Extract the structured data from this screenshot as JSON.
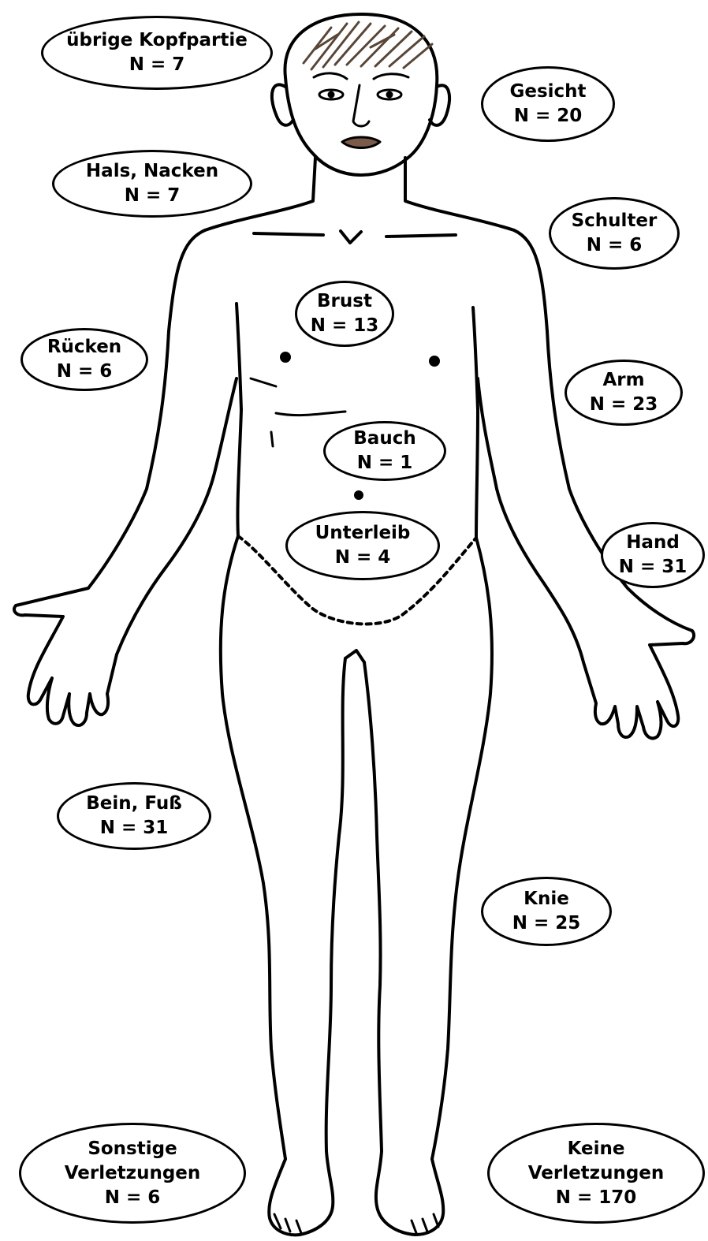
{
  "labels": {
    "head": {
      "name": "übrige Kopfpartie",
      "count": "N = 7"
    },
    "face": {
      "name": "Gesicht",
      "count": "N = 20"
    },
    "neck": {
      "name": "Hals, Nacken",
      "count": "N = 7"
    },
    "shoulder": {
      "name": "Schulter",
      "count": "N = 6"
    },
    "chest": {
      "name": "Brust",
      "count": "N = 13"
    },
    "back": {
      "name": "Rücken",
      "count": "N = 6"
    },
    "arm": {
      "name": "Arm",
      "count": "N = 23"
    },
    "belly": {
      "name": "Bauch",
      "count": "N = 1"
    },
    "abdomen": {
      "name": "Unterleib",
      "count": "N = 4"
    },
    "hand": {
      "name": "Hand",
      "count": "N = 31"
    },
    "leg": {
      "name": "Bein, Fuß",
      "count": "N = 31"
    },
    "knee": {
      "name": "Knie",
      "count": "N = 25"
    },
    "other": {
      "line1": "Sonstige",
      "line2": "Verletzungen",
      "count": "N = 6"
    },
    "none": {
      "line1": "Keine",
      "line2": "Verletzungen",
      "count": "N = 170"
    }
  },
  "figure": {
    "line_color": "#000000",
    "hair_color": "#5a4636",
    "lips_color": "#7a5a48",
    "background": "#ffffff"
  }
}
